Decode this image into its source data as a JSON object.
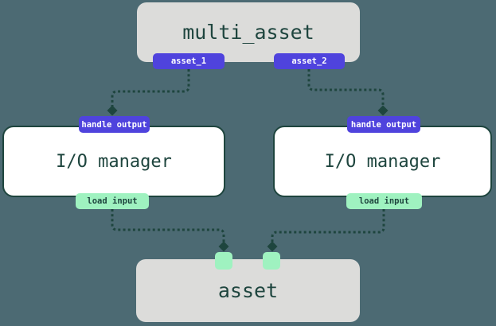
{
  "colors": {
    "background": "#4C6A73",
    "node_gray": "#DCDCDA",
    "node_white": "#FFFFFF",
    "ink": "#1E453E",
    "purple": "#4F43DD",
    "mint": "#9FF2C0",
    "badge_text": "#FFFFFF"
  },
  "nodes": {
    "multi_asset": {
      "label": "multi_asset",
      "output_badges": [
        "asset_1",
        "asset_2"
      ]
    },
    "io_manager_left": {
      "label": "I/O manager",
      "top_badge": "handle output",
      "bottom_badge": "load input"
    },
    "io_manager_right": {
      "label": "I/O manager",
      "top_badge": "handle output",
      "bottom_badge": "load input"
    },
    "asset": {
      "label": "asset"
    }
  }
}
